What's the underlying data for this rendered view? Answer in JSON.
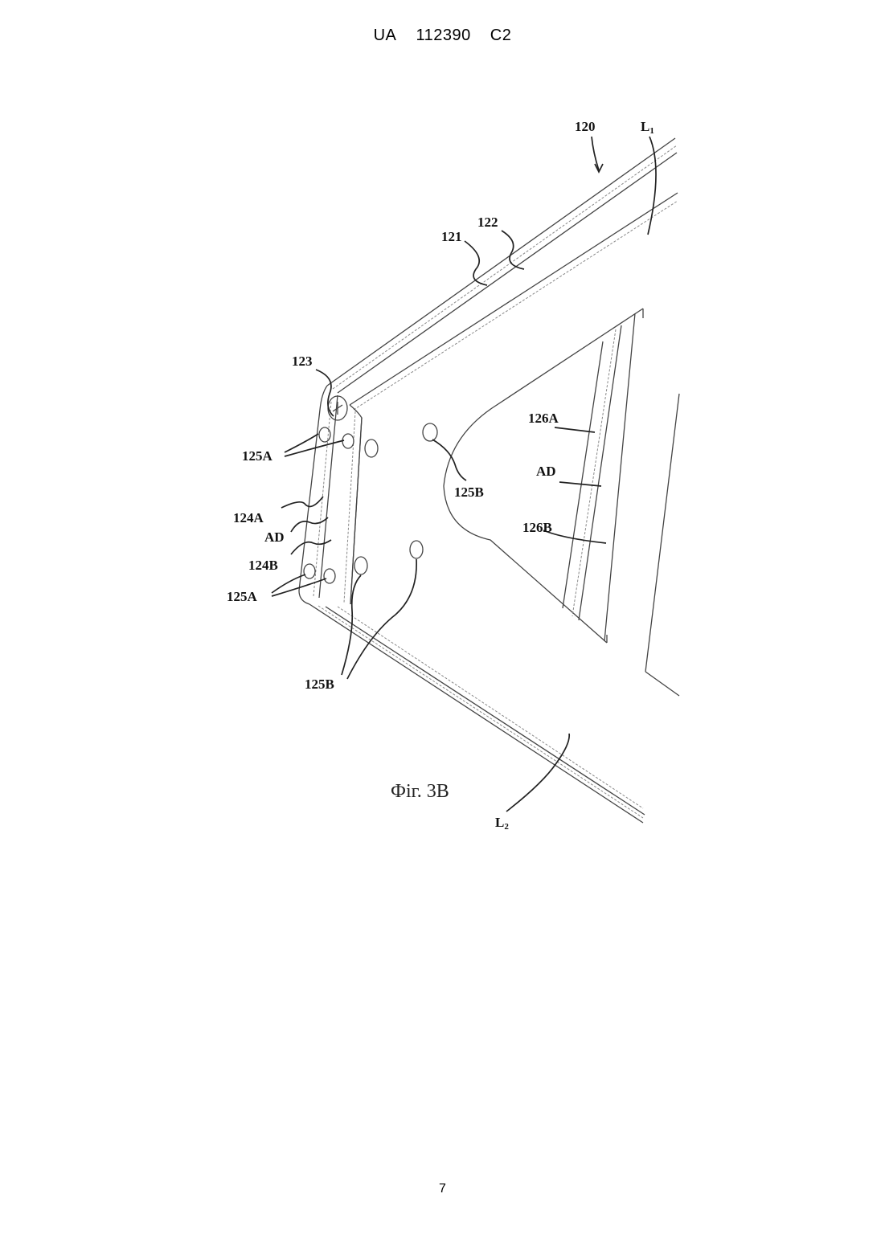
{
  "header": {
    "country": "UA",
    "number": "112390",
    "kind": "C2"
  },
  "figure": {
    "labels": {
      "l120": "120",
      "l1": "L",
      "l1_sub": "1",
      "l121": "121",
      "l122": "122",
      "l123": "123",
      "l125a_top": "125A",
      "l124a": "124A",
      "lad_left": "AD",
      "l124b": "124B",
      "l125a_bottom": "125A",
      "l125b_middle": "125B",
      "l125b_bottom": "125B",
      "l126a": "126A",
      "lad_right": "AD",
      "l126b": "126B",
      "l2": "L",
      "l2_sub": "2"
    },
    "caption": "Фіг. 3В"
  },
  "footer": {
    "page_number": "7"
  }
}
